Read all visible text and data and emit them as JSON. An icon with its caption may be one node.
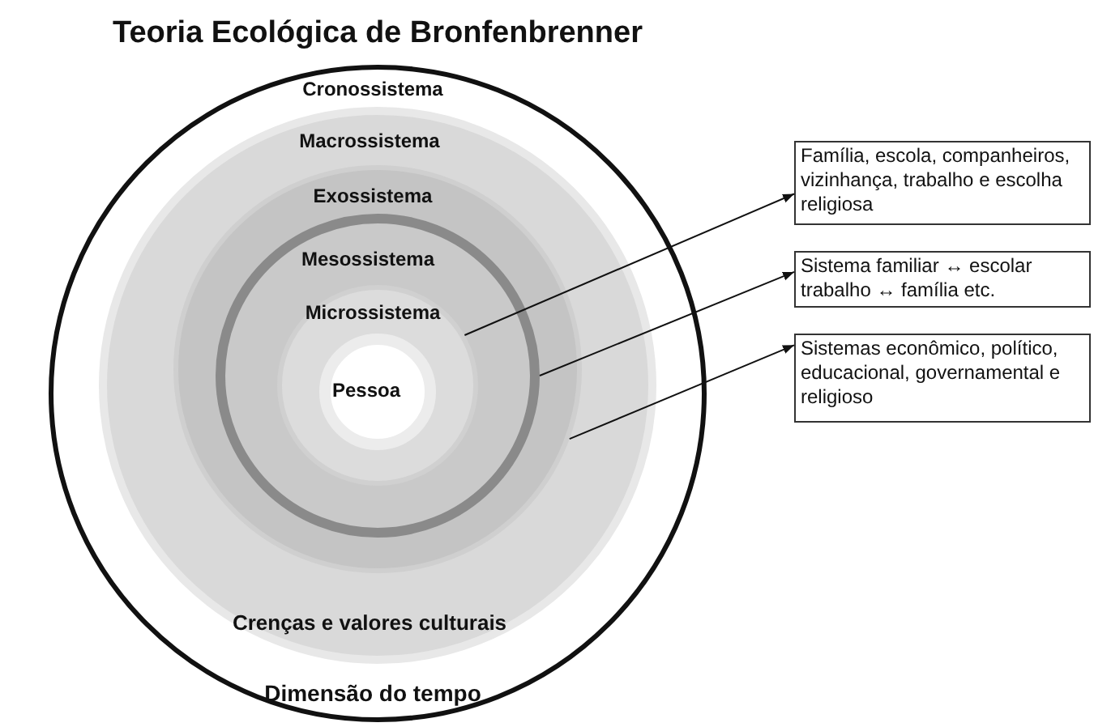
{
  "diagram": {
    "title": "Teoria Ecológica de Bronfenbrenner",
    "nodes": [
      {
        "text": [
          "Cronossistema",
          "Dimensão do tempo"
        ]
      },
      {
        "text": [
          "Macrossistema",
          "Crenças e valores culturais"
        ],
        "in": 0
      },
      {
        "text": [
          "Exossistema"
        ],
        "in": 1
      },
      {
        "text": [
          "Mesossistema"
        ],
        "in": 2
      },
      {
        "text": [
          "Microssistema"
        ],
        "in": 3
      },
      {
        "text": [
          "Pessoa"
        ],
        "in": 4
      },
      {
        "text": [
          "Família, escola, companheiros, vizinhança, trabalho e escolha religiosa"
        ]
      },
      {
        "text": [
          "Sistema familiar ↔ escolar trabalho ↔ família etc."
        ]
      },
      {
        "text": [
          "Sistemas econômico, político, educacional, governamental e religioso"
        ]
      }
    ],
    "edges": [
      {
        "from": 4,
        "to": 6,
        "arrow": "to"
      },
      {
        "from": 3,
        "to": 7,
        "arrow": "to"
      },
      {
        "from": 2,
        "to": 8,
        "arrow": "to"
      }
    ]
  }
}
